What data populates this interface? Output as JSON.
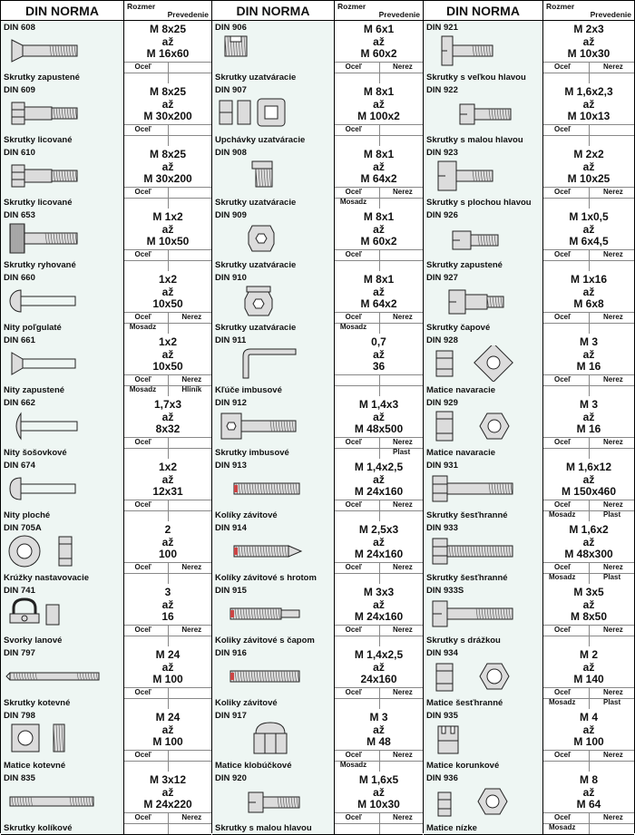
{
  "header": {
    "title": "DIN NORMA",
    "col_rozmer": "Rozmer",
    "col_prevedenie": "Prevedenie"
  },
  "columns": [
    {
      "rows": [
        {
          "din": "DIN 608",
          "name": "Skrutky zapustené",
          "size": [
            "M 8x25",
            "až",
            "M 16x60"
          ],
          "mats": [
            "Oceľ",
            "",
            "",
            ""
          ],
          "icon": "countersunk-screw-icon"
        },
        {
          "din": "DIN 609",
          "name": "Skrutky licované",
          "size": [
            "M 8x25",
            "až",
            "M 30x200"
          ],
          "mats": [
            "Oceľ",
            "",
            "",
            ""
          ],
          "icon": "fitted-bolt-icon"
        },
        {
          "din": "DIN 610",
          "name": "Skrutky licované",
          "size": [
            "M 8x25",
            "až",
            "M 30x200"
          ],
          "mats": [
            "Oceľ",
            "",
            "",
            ""
          ],
          "icon": "fitted-bolt-icon"
        },
        {
          "din": "DIN 653",
          "name": "Skrutky ryhované",
          "size": [
            "M 1x2",
            "až",
            "M 10x50"
          ],
          "mats": [
            "Oceľ",
            "",
            "",
            ""
          ],
          "icon": "knurled-screw-icon"
        },
        {
          "din": "DIN 660",
          "name": "Nity poľgulaté",
          "size": [
            "1x2",
            "až",
            "10x50"
          ],
          "mats": [
            "Oceľ",
            "Nerez",
            "Mosadz",
            ""
          ],
          "icon": "round-head-rivet-icon"
        },
        {
          "din": "DIN 661",
          "name": "Nity zapustené",
          "size": [
            "1x2",
            "až",
            "10x50"
          ],
          "mats": [
            "Oceľ",
            "Nerez",
            "Mosadz",
            "Hliník"
          ],
          "icon": "countersunk-rivet-icon"
        },
        {
          "din": "DIN 662",
          "name": "Nity šošovkové",
          "size": [
            "1,7x3",
            "až",
            "8x32"
          ],
          "mats": [
            "Oceľ",
            "",
            "",
            ""
          ],
          "icon": "lens-head-rivet-icon"
        },
        {
          "din": "DIN 674",
          "name": "Nity ploché",
          "size": [
            "1x2",
            "až",
            "12x31"
          ],
          "mats": [
            "Oceľ",
            "",
            "",
            ""
          ],
          "icon": "flat-rivet-icon"
        },
        {
          "din": "DIN 705A",
          "name": "Krúžky nastavovacie",
          "size": [
            "2",
            "až",
            "100"
          ],
          "mats": [
            "Oceľ",
            "Nerez",
            "",
            ""
          ],
          "icon": "adjusting-ring-icon"
        },
        {
          "din": "DIN 741",
          "name": "Svorky lanové",
          "size": [
            "3",
            "až",
            "16"
          ],
          "mats": [
            "Oceľ",
            "Nerez",
            "",
            ""
          ],
          "icon": "wire-rope-clip-icon"
        },
        {
          "din": "DIN 797",
          "name": "Skrutky kotevné",
          "size": [
            "M 24",
            "až",
            "M 100"
          ],
          "mats": [
            "Oceľ",
            "",
            "",
            ""
          ],
          "icon": "anchor-bolt-icon"
        },
        {
          "din": "DIN 798",
          "name": "Matice kotevné",
          "size": [
            "M 24",
            "až",
            "M 100"
          ],
          "mats": [
            "Oceľ",
            "",
            "",
            ""
          ],
          "icon": "anchor-nut-icon"
        },
        {
          "din": "DIN 835",
          "name": "Skrutky kolíkové",
          "size": [
            "M 3x12",
            "až",
            "M 24x220"
          ],
          "mats": [
            "Oceľ",
            "Nerez",
            "",
            ""
          ],
          "icon": "stud-bolt-icon"
        }
      ]
    },
    {
      "rows": [
        {
          "din": "DIN 906",
          "name": "Skrutky uzatváracie",
          "size": [
            "M 6x1",
            "až",
            "M 60x2"
          ],
          "mats": [
            "Oceľ",
            "Nerez",
            "",
            ""
          ],
          "icon": "plug-screw-icon"
        },
        {
          "din": "DIN 907",
          "name": "Upchávky uzatváracie",
          "size": [
            "M 8x1",
            "až",
            "M 100x2"
          ],
          "mats": [
            "Oceľ",
            "",
            "",
            ""
          ],
          "icon": "square-plug-icon"
        },
        {
          "din": "DIN 908",
          "name": "Skrutky uzatváracie",
          "size": [
            "M 8x1",
            "až",
            "M 64x2"
          ],
          "mats": [
            "Oceľ",
            "Nerez",
            "Mosadz",
            ""
          ],
          "icon": "collar-plug-icon"
        },
        {
          "din": "DIN 909",
          "name": "Skrutky uzatváracie",
          "size": [
            "M 8x1",
            "až",
            "M 60x2"
          ],
          "mats": [
            "Oceľ",
            "",
            "",
            ""
          ],
          "icon": "hex-plug-icon"
        },
        {
          "din": "DIN 910",
          "name": "Skrutky uzatváracie",
          "size": [
            "M 8x1",
            "až",
            "M 64x2"
          ],
          "mats": [
            "Oceľ",
            "Nerez",
            "Mosadz",
            ""
          ],
          "icon": "hex-collar-plug-icon"
        },
        {
          "din": "DIN 911",
          "name": "Kľúče imbusové",
          "size": [
            "0,7",
            "až",
            "36"
          ],
          "mats": [
            "",
            "",
            "",
            ""
          ],
          "icon": "hex-key-icon"
        },
        {
          "din": "DIN 912",
          "name": "Skrutky imbusové",
          "size": [
            "M 1,4x3",
            "až",
            "M 48x500"
          ],
          "mats": [
            "Oceľ",
            "Nerez",
            "",
            "Plast"
          ],
          "icon": "socket-cap-screw-icon"
        },
        {
          "din": "DIN 913",
          "name": "Kolíky závitové",
          "size": [
            "M 1,4x2,5",
            "až",
            "M 24x160"
          ],
          "mats": [
            "Oceľ",
            "Nerez",
            "",
            ""
          ],
          "icon": "set-screw-flat-icon"
        },
        {
          "din": "DIN 914",
          "name": "Kolíky závitové s hrotom",
          "size": [
            "M 2,5x3",
            "až",
            "M 24x160"
          ],
          "mats": [
            "Oceľ",
            "Nerez",
            "",
            ""
          ],
          "icon": "set-screw-cone-icon"
        },
        {
          "din": "DIN 915",
          "name": "Koliky závitové s čapom",
          "size": [
            "M 3x3",
            "až",
            "M 24x160"
          ],
          "mats": [
            "Oceľ",
            "Nerez",
            "",
            ""
          ],
          "icon": "set-screw-dog-icon"
        },
        {
          "din": "DIN 916",
          "name": "Koliky závitové",
          "size": [
            "M 1,4x2,5",
            "až",
            "24x160"
          ],
          "mats": [
            "Oceľ",
            "Nerez",
            "",
            ""
          ],
          "icon": "set-screw-cup-icon"
        },
        {
          "din": "DIN 917",
          "name": "Matice klobúčkové",
          "size": [
            "M 3",
            "až",
            "M 48"
          ],
          "mats": [
            "Oceľ",
            "Nerez",
            "Mosadz",
            ""
          ],
          "icon": "cap-nut-icon"
        },
        {
          "din": "DIN 920",
          "name": "Skrutky s malou hlavou",
          "size": [
            "M 1,6x5",
            "až",
            "M 10x30"
          ],
          "mats": [
            "Oceľ",
            "Nerez",
            "",
            ""
          ],
          "icon": "small-head-screw-icon"
        }
      ]
    },
    {
      "rows": [
        {
          "din": "DIN 921",
          "name": "Skrutky s veľkou hlavou",
          "size": [
            "M 2x3",
            "až",
            "M 10x30"
          ],
          "mats": [
            "Oceľ",
            "Nerez",
            "",
            ""
          ],
          "icon": "large-head-screw-icon"
        },
        {
          "din": "DIN 922",
          "name": "Skrutky s malou hlavou",
          "size": [
            "M 1,6x2,3",
            "až",
            "M 10x13"
          ],
          "mats": [
            "Oceľ",
            "",
            "",
            ""
          ],
          "icon": "small-head-screw-icon"
        },
        {
          "din": "DIN 923",
          "name": "Skrutky s plochou hlavou",
          "size": [
            "M 2x2",
            "až",
            "M 10x25"
          ],
          "mats": [
            "Oceľ",
            "Nerez",
            "",
            ""
          ],
          "icon": "flat-head-screw-icon"
        },
        {
          "din": "DIN 926",
          "name": "Skrutky zapustené",
          "size": [
            "M 1x0,5",
            "až",
            "M 6x4,5"
          ],
          "mats": [
            "Oceľ",
            "Nerez",
            "",
            ""
          ],
          "icon": "slotted-screw-icon"
        },
        {
          "din": "DIN 927",
          "name": "Skrutky čapové",
          "size": [
            "M 1x16",
            "až",
            "M 6x8"
          ],
          "mats": [
            "Oceľ",
            "Nerez",
            "",
            ""
          ],
          "icon": "shoulder-screw-icon"
        },
        {
          "din": "DIN 928",
          "name": "Matice navaracie",
          "size": [
            "M 3",
            "až",
            "M 16"
          ],
          "mats": [
            "Oceľ",
            "Nerez",
            "",
            ""
          ],
          "icon": "square-weld-nut-icon"
        },
        {
          "din": "DIN 929",
          "name": "Matice navaracie",
          "size": [
            "M 3",
            "až",
            "M 16"
          ],
          "mats": [
            "Oceľ",
            "Nerez",
            "",
            ""
          ],
          "icon": "hex-weld-nut-icon"
        },
        {
          "din": "DIN 931",
          "name": "Skrutky šesťhranné",
          "size": [
            "M 1,6x12",
            "až",
            "M 150x460"
          ],
          "mats": [
            "Oceľ",
            "Nerez",
            "Mosadz",
            "Plast"
          ],
          "icon": "hex-bolt-icon"
        },
        {
          "din": "DIN 933",
          "name": "Skrutky šesťhranné",
          "size": [
            "M 1,6x2",
            "až",
            "M 48x300"
          ],
          "mats": [
            "Oceľ",
            "Nerez",
            "Mosadz",
            "Plast"
          ],
          "icon": "hex-bolt-full-thread-icon"
        },
        {
          "din": "DIN 933S",
          "name": "Skrutky s drážkou",
          "size": [
            "M 3x5",
            "až",
            "M 8x50"
          ],
          "mats": [
            "Oceľ",
            "Nerez",
            "",
            ""
          ],
          "icon": "slotted-hex-bolt-icon"
        },
        {
          "din": "DIN 934",
          "name": "Matice šesťhranné",
          "size": [
            "M 2",
            "až",
            "M 140"
          ],
          "mats": [
            "Oceľ",
            "Nerez",
            "Mosadz",
            "Plast"
          ],
          "icon": "hex-nut-icon"
        },
        {
          "din": "DIN 935",
          "name": "Matice korunkové",
          "size": [
            "M 4",
            "až",
            "M 100"
          ],
          "mats": [
            "Oceľ",
            "Nerez",
            "",
            ""
          ],
          "icon": "castle-nut-icon"
        },
        {
          "din": "DIN 936",
          "name": "Matice nízke",
          "size": [
            "M 8",
            "až",
            "M 64"
          ],
          "mats": [
            "Oceľ",
            "Nerez",
            "Mosadz",
            ""
          ],
          "icon": "thin-hex-nut-icon"
        }
      ]
    }
  ],
  "colors": {
    "left_cell_bg": "#eef6f3",
    "grid": "#000000",
    "metal_fill": "#d9d9d9",
    "metal_dark": "#555555"
  }
}
